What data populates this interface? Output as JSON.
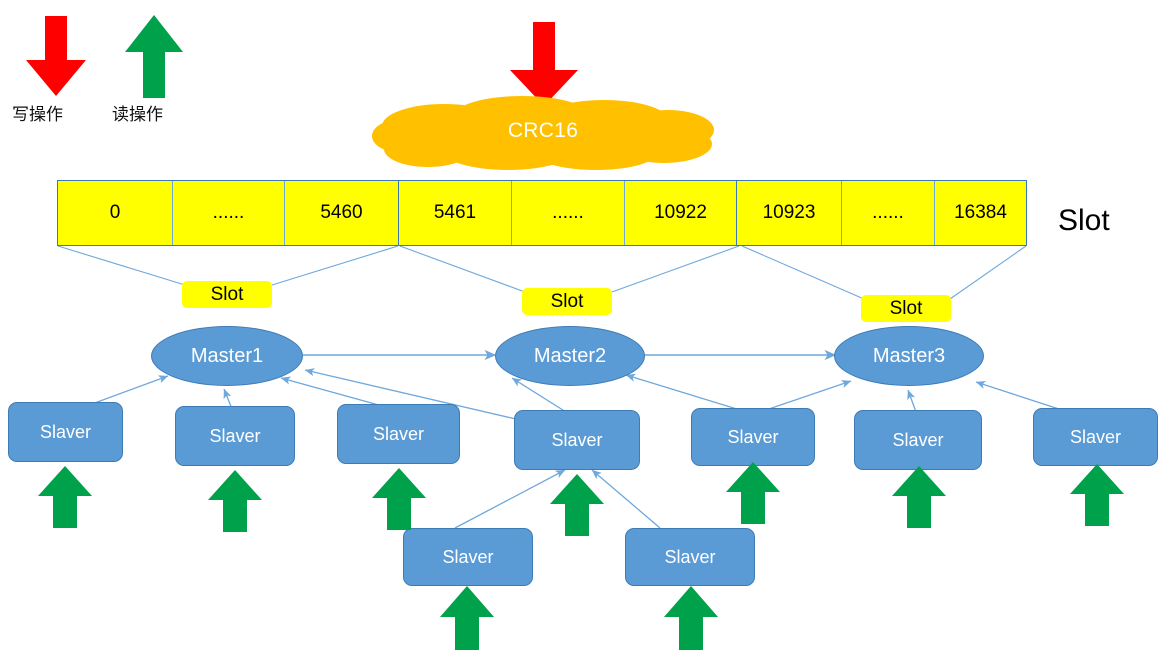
{
  "diagram": {
    "title": "Redis Cluster slot distribution diagram",
    "colors": {
      "write_arrow": "#FF0000",
      "read_arrow": "#00A14B",
      "cloud": "#FFC000",
      "slot_cell": "#FFFF00",
      "node": "#5B9BD5",
      "node_border": "#3D7BB5",
      "connector": "#6FA8DC",
      "text_dark": "#000000",
      "text_light": "#FFFFFF"
    }
  },
  "legend": {
    "write": {
      "label": "写操作",
      "icon": "red-down-arrow-icon"
    },
    "read": {
      "label": "读操作",
      "icon": "green-up-arrow-icon"
    }
  },
  "cloud": {
    "label": "CRC16",
    "incoming_arrow": "red-down-arrow-icon"
  },
  "slot_bar": {
    "title": "Slot",
    "cells": [
      {
        "value": "0",
        "group": 1
      },
      {
        "value": "......",
        "group": 1
      },
      {
        "value": "5460",
        "group": 1
      },
      {
        "value": "5461",
        "group": 2
      },
      {
        "value": "......",
        "group": 2
      },
      {
        "value": "10922",
        "group": 2
      },
      {
        "value": "10923",
        "group": 3
      },
      {
        "value": "......",
        "group": 3
      },
      {
        "value": "16384",
        "group": 3
      }
    ]
  },
  "slot_tags": [
    {
      "label": "Slot"
    },
    {
      "label": "Slot"
    },
    {
      "label": "Slot"
    }
  ],
  "masters": [
    {
      "label": "Master1"
    },
    {
      "label": "Master2"
    },
    {
      "label": "Master3"
    }
  ],
  "slavers": [
    {
      "label": "Slaver"
    },
    {
      "label": "Slaver"
    },
    {
      "label": "Slaver"
    },
    {
      "label": "Slaver"
    },
    {
      "label": "Slaver"
    },
    {
      "label": "Slaver"
    },
    {
      "label": "Slaver"
    },
    {
      "label": "Slaver"
    },
    {
      "label": "Slaver"
    }
  ]
}
